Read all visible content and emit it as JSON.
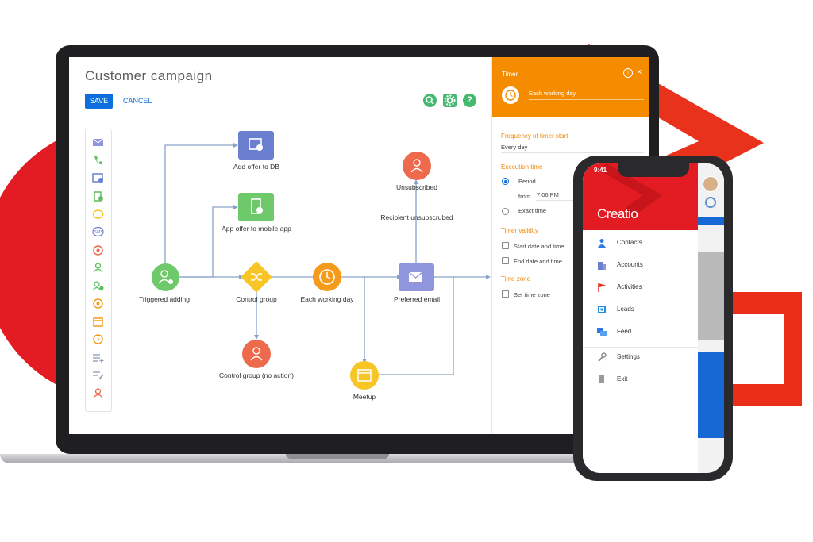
{
  "colors": {
    "brand_red": "#e31b23",
    "accent_orange": "#f58c00",
    "primary_blue": "#0d6fdd",
    "node_green": "#6ec96b",
    "node_blue": "#6b7fd1",
    "node_red": "#ee6a4d",
    "node_yellow": "#f7c526",
    "node_orange": "#f49b1c",
    "node_purple": "#8f96dc"
  },
  "designer": {
    "title": "Customer  campaign",
    "save_label": "SAVE",
    "cancel_label": "CANCEL",
    "toolbar_icons": [
      "search-icon",
      "gear-icon",
      "help-icon"
    ],
    "palette_icons": [
      "email-icon",
      "phone-icon",
      "web-offer-icon",
      "mobile-offer-icon",
      "chat-icon",
      "sms-icon",
      "push-icon",
      "contact-icon",
      "contact-add-icon",
      "target-icon",
      "calendar-icon",
      "timer-icon",
      "list-add-icon",
      "list-edit-icon",
      "user-exit-icon"
    ]
  },
  "flow": {
    "nodes": {
      "triggered": "Triggered adding",
      "offer_db": "Add offer to DB",
      "offer_mobile": "App offer to mobile app",
      "control_group": "Control group",
      "control_no_action": "Control group (no action)",
      "working_day": "Each working day",
      "meetup": "Meetup",
      "preferred_email": "Preferred email",
      "recipient_unsub": "Recipient unsubscrubed",
      "unsubscribed": "Unsubscribed"
    }
  },
  "timer_panel": {
    "title": "Timer",
    "name_value": "Each working day",
    "frequency_label": "Frequency of timer start",
    "frequency_value": "Every day",
    "execution_label": "Execution time",
    "period_label": "Period",
    "from_label": "from",
    "from_value": "7:06 PM",
    "exact_label": "Exact time",
    "validity_label": "Timer validity",
    "start_end_label": "Start date and time",
    "end_label": "End date and time",
    "timezone_label": "Time zone",
    "set_timezone_label": "Set time zone"
  },
  "phone": {
    "time": "9:41",
    "brand": "Creatio",
    "menu": [
      {
        "label": "Contacts",
        "icon": "contacts-icon"
      },
      {
        "label": "Accounts",
        "icon": "accounts-icon"
      },
      {
        "label": "Activities",
        "icon": "activities-icon"
      },
      {
        "label": "Leads",
        "icon": "leads-icon"
      },
      {
        "label": "Feed",
        "icon": "feed-icon"
      },
      {
        "label": "Settings",
        "icon": "settings-icon"
      },
      {
        "label": "Exit",
        "icon": "exit-icon"
      }
    ]
  }
}
